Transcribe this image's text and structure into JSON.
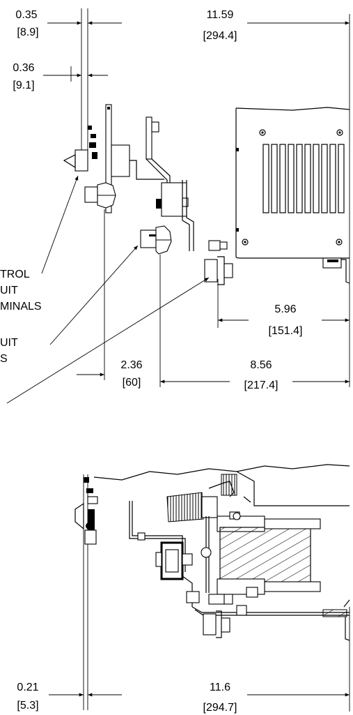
{
  "dimensions": {
    "top_left_in": "0.35",
    "top_left_mm": "[8.9]",
    "top_main_in": "11.59",
    "top_main_mm": "[294.4]",
    "second_in": "0.36",
    "second_mm": "[9.1]",
    "right_in": "5.96",
    "right_mm": "[151.4]",
    "mid_a_in": "2.36",
    "mid_a_mm": "[60]",
    "mid_b_in": "8.56",
    "mid_b_mm": "[217.4]",
    "bottom_left_in": "0.21",
    "bottom_left_mm": "[5.3]",
    "bottom_main_in": "11.6",
    "bottom_main_mm": "[294.7]"
  },
  "callouts": {
    "control_line1": "TROL",
    "control_line2": "UIT",
    "control_line3": "MINALS",
    "power_line1": "UIT",
    "power_line2": "S"
  },
  "colors": {
    "ink": "#000000",
    "paper": "#ffffff"
  }
}
